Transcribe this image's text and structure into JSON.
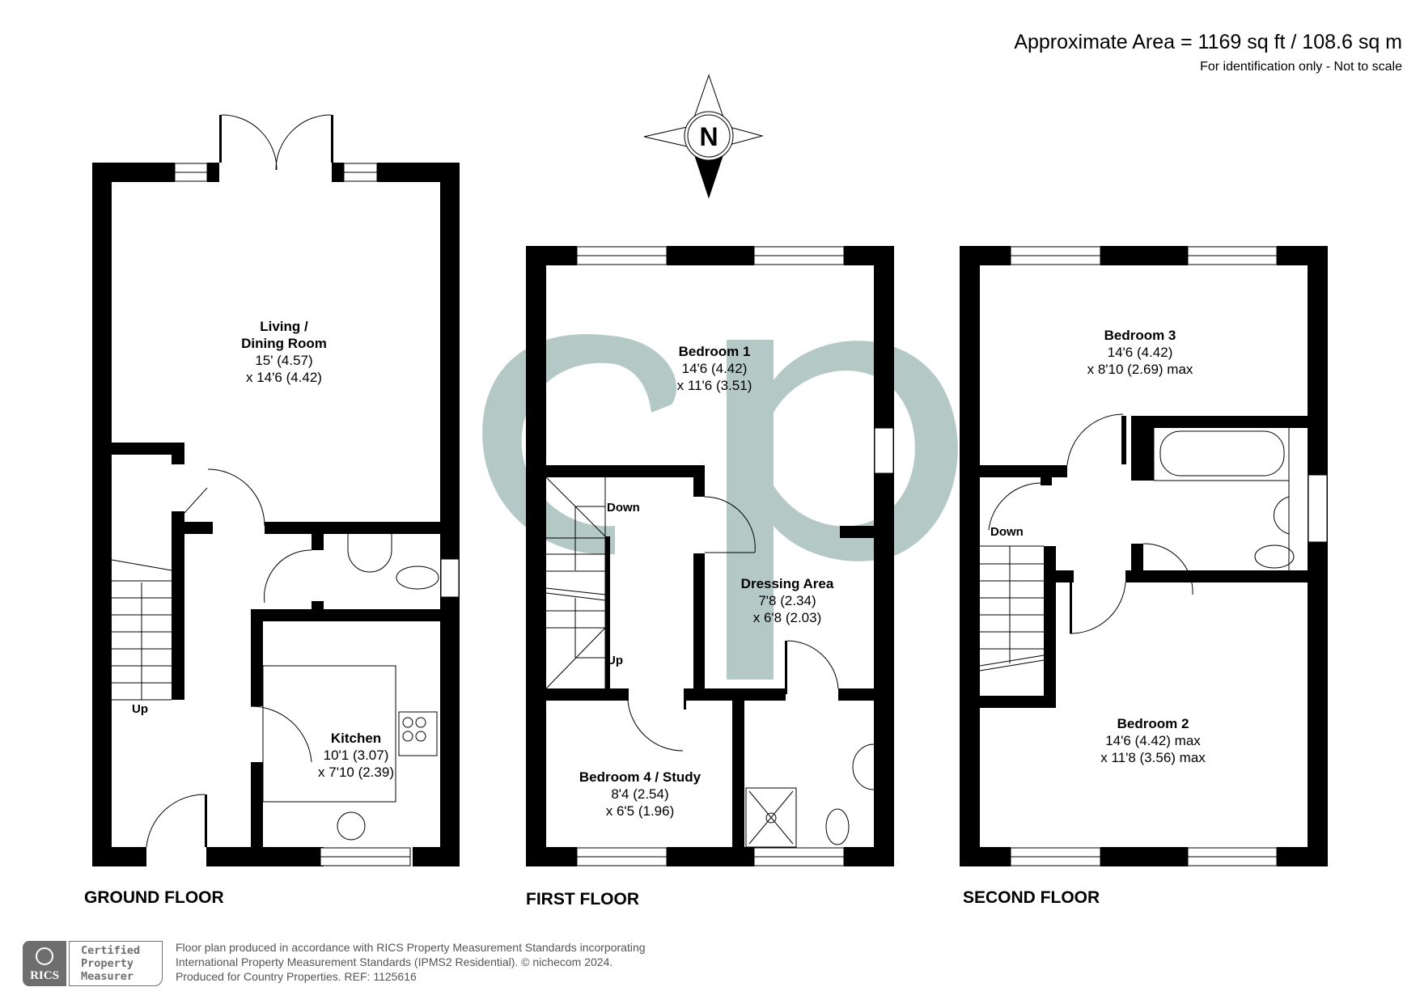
{
  "header": {
    "area_title": "Approximate Area = 1169 sq ft / 108.6 sq m",
    "area_subtitle": "For identification only - Not to scale"
  },
  "compass": {
    "label": "N",
    "icon": "north-compass-icon"
  },
  "watermark": {
    "text": "cp",
    "color": "#b4c9c5"
  },
  "floors": [
    {
      "name": "GROUND FLOOR",
      "rooms": [
        {
          "name": "Living /",
          "name2": "Dining  Room",
          "dim1": "15' (4.57)",
          "dim2": "x 14'6 (4.42)"
        },
        {
          "name": "Kitchen",
          "dim1": "10'1 (3.07)",
          "dim2": "x 7'10 (2.39)"
        }
      ],
      "stairs": [
        "Up"
      ]
    },
    {
      "name": "FIRST FLOOR",
      "rooms": [
        {
          "name": "Bedroom 1",
          "dim1": "14'6 (4.42)",
          "dim2": "x 11'6 (3.51)"
        },
        {
          "name": "Dressing Area",
          "dim1": "7'8 (2.34)",
          "dim2": "x 6'8 (2.03)"
        },
        {
          "name": "Bedroom 4 / Study",
          "dim1": "8'4 (2.54)",
          "dim2": "x 6'5 (1.96)"
        }
      ],
      "stairs": [
        "Down",
        "Up"
      ]
    },
    {
      "name": "SECOND FLOOR",
      "rooms": [
        {
          "name": "Bedroom 3",
          "dim1": "14'6 (4.42)",
          "dim2": "x 8'10 (2.69) max"
        },
        {
          "name": "Bedroom 2",
          "dim1": "14'6 (4.42) max",
          "dim2": "x 11'8 (3.56) max"
        }
      ],
      "stairs": [
        "Down"
      ]
    }
  ],
  "footer": {
    "badge_org": "RICS",
    "badge_line1": "Certified",
    "badge_line2": "Property",
    "badge_line3": "Measurer",
    "line1": "Floor plan produced in accordance with RICS Property Measurement Standards incorporating",
    "line2": "International Property Measurement Standards (IPMS2 Residential).   © nichecom 2024.",
    "line3": "Produced for Country Properties.   REF: 1125616"
  }
}
